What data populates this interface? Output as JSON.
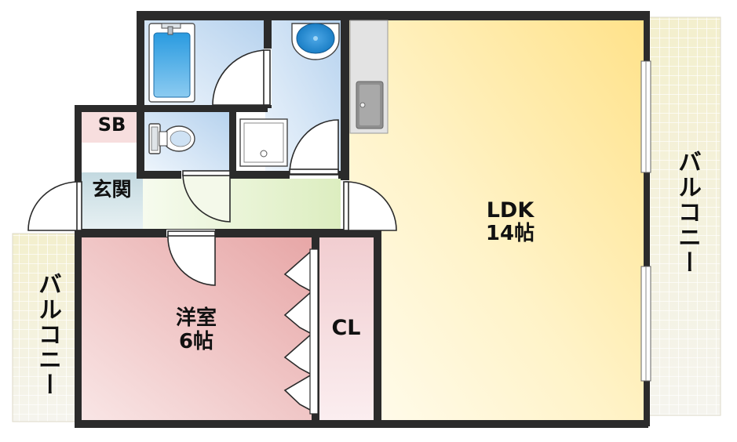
{
  "rooms": {
    "ldk": {
      "name": "LDK",
      "size": "14帖"
    },
    "western": {
      "name": "洋室",
      "size": "6帖"
    },
    "closet": "CL",
    "shoe_box": "SB",
    "entrance": "玄関"
  },
  "balconies": {
    "right": "バルコニー",
    "left": "バルコニー"
  },
  "colors": {
    "wall": "#2b2b2b",
    "ldk_bright": "#ffe590",
    "ldk_pale": "#fffbe8",
    "western": "#e6a8a8",
    "western_pale": "#f8e2e2",
    "closet": "#f3d2d4",
    "bath": "#cfe2f4",
    "hall": "#e5f2cd",
    "entrance": "#c9dde3",
    "shoe_box": "#f6dcdc",
    "balcony": "#f1eedd"
  },
  "icons": [
    "bathtub-icon",
    "washbasin-icon",
    "toilet-icon",
    "washing-machine-pan-icon",
    "kitchen-sink-icon",
    "swing-door-icon",
    "folding-door-icon",
    "window-icon"
  ]
}
